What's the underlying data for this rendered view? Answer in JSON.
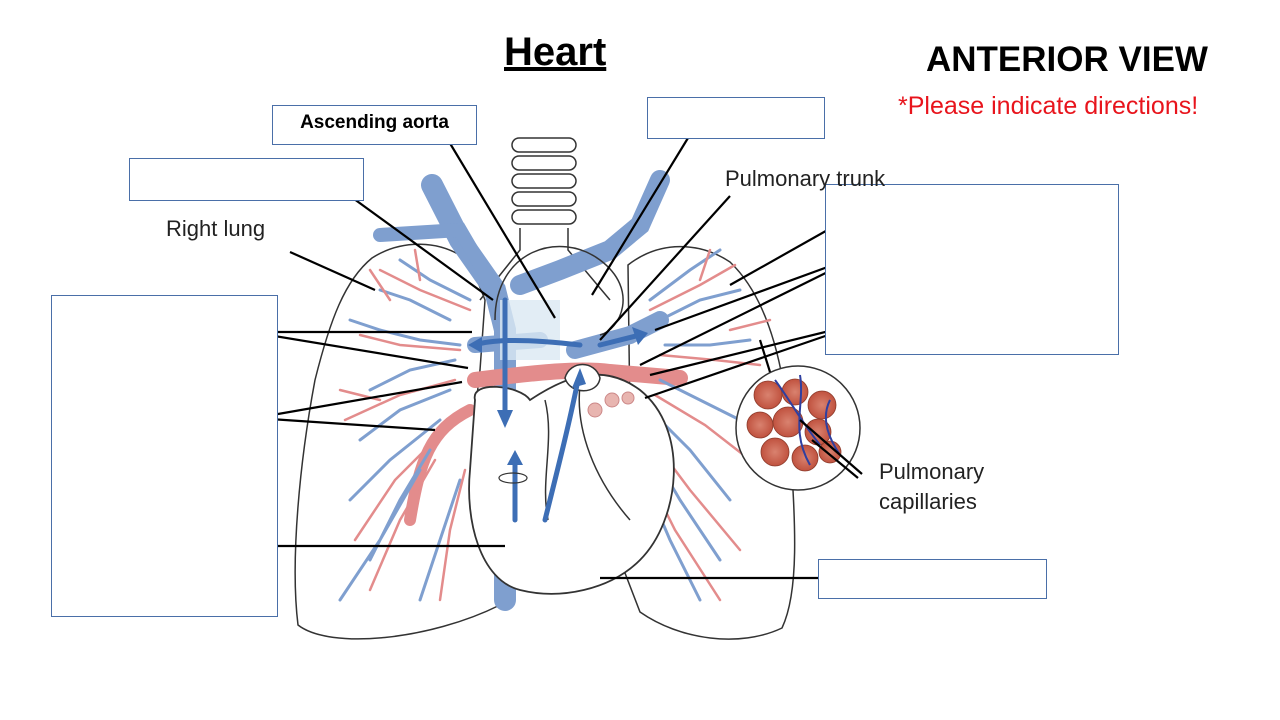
{
  "header": {
    "title": "Heart",
    "view": "ANTERIOR VIEW",
    "note": "*Please indicate directions!"
  },
  "labels": {
    "ascending_aorta": "Ascending aorta",
    "pulmonary_trunk": "Pulmonary trunk",
    "right_lung": "Right lung",
    "pulmonary_capillaries_line1": "Pulmonary",
    "pulmonary_capillaries_line2": "capillaries"
  },
  "colors": {
    "vein_blue": "#7f9fcf",
    "artery_red": "#e38c8c",
    "box_border": "#4a6fa8",
    "note_red": "#e8141c"
  }
}
